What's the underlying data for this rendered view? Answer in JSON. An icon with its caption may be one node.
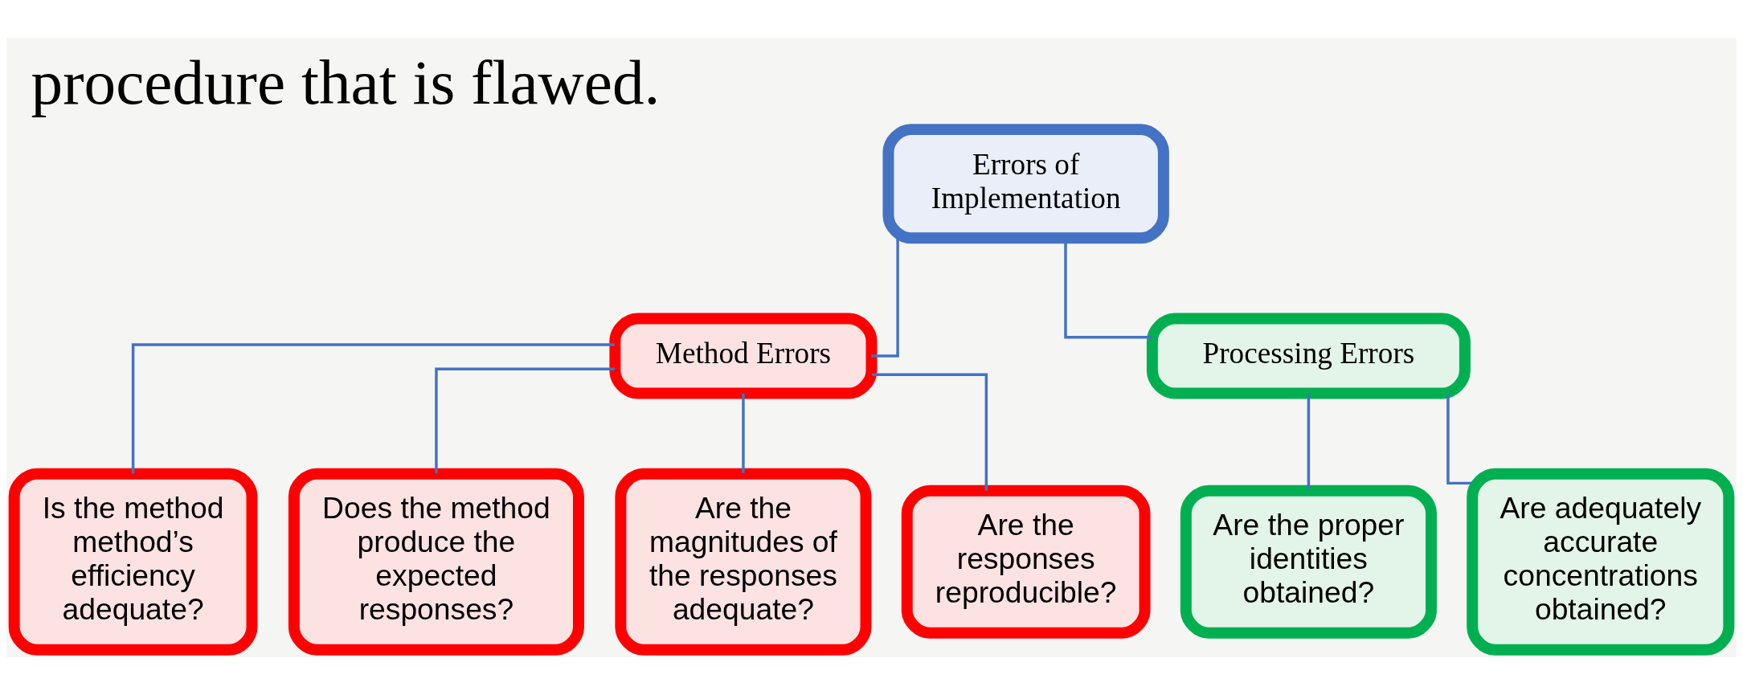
{
  "diagram": {
    "title": "procedure that is flawed.",
    "nodes": [
      {
        "text": [
          "Errors of Implementation"
        ]
      },
      {
        "text": [
          "Method Errors"
        ]
      },
      {
        "text": [
          "Processing Errors"
        ]
      },
      {
        "text": [
          "Is the method method’s efficiency adequate?"
        ]
      },
      {
        "text": [
          "Does the method produce the expected responses?"
        ]
      },
      {
        "text": [
          "Are the magnitudes of the responses adequate?"
        ]
      },
      {
        "text": [
          "Are the responses reproducible?"
        ]
      },
      {
        "text": [
          "Are the proper identities obtained?"
        ]
      },
      {
        "text": [
          "Are adequately accurate concentrations obtained?"
        ]
      }
    ],
    "edges": [
      {
        "from": 0,
        "to": 1,
        "arrow": "none"
      },
      {
        "from": 0,
        "to": 2,
        "arrow": "none"
      },
      {
        "from": 1,
        "to": 3,
        "arrow": "none"
      },
      {
        "from": 1,
        "to": 4,
        "arrow": "none"
      },
      {
        "from": 1,
        "to": 5,
        "arrow": "none"
      },
      {
        "from": 1,
        "to": 6,
        "arrow": "none"
      },
      {
        "from": 2,
        "to": 7,
        "arrow": "none"
      },
      {
        "from": 2,
        "to": 8,
        "arrow": "none"
      }
    ]
  }
}
